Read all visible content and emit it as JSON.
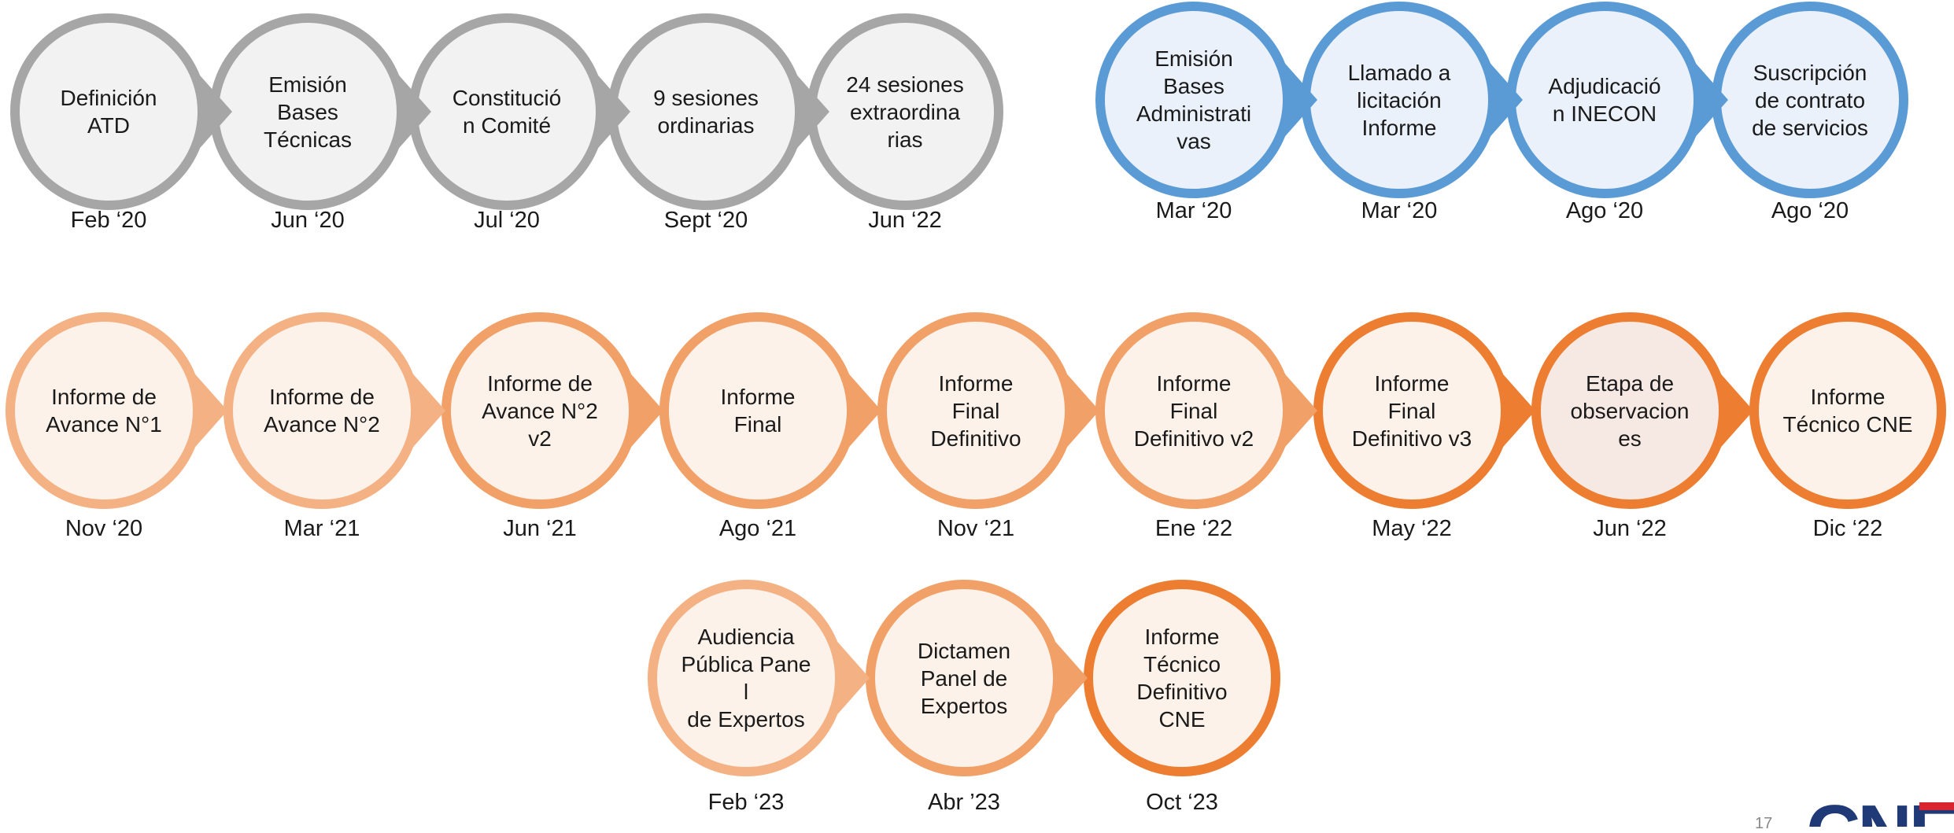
{
  "colors": {
    "gray_ring": "#a6a6a6",
    "gray_fill": "#f2f2f2",
    "blue_ring": "#5b9bd5",
    "blue_fill": "#eaf1fb",
    "orange_light": "#f4b183",
    "orange_mid": "#f1a068",
    "orange_dark": "#ed7d31",
    "orange_fill": "#fdf2ea",
    "orange_fill_alt": "#f6e9e3"
  },
  "rows": {
    "gray": [
      {
        "label": "Definición\nATD",
        "date": "Feb ‘20"
      },
      {
        "label": "Emisión\nBases\nTécnicas",
        "date": "Jun ‘20"
      },
      {
        "label": "Constitució\nn Comité",
        "date": "Jul ‘20"
      },
      {
        "label": "9 sesiones\nordinarias",
        "date": "Sept ‘20"
      },
      {
        "label": "24 sesiones\nextraordina\nrias",
        "date": "Jun ‘22"
      }
    ],
    "blue": [
      {
        "label": "Emisión\nBases\nAdministrati\nvas",
        "date": "Mar ‘20"
      },
      {
        "label": "Llamado a\nlicitación\nInforme",
        "date": "Mar ‘20"
      },
      {
        "label": "Adjudicació\nn INECON",
        "date": "Ago ‘20"
      },
      {
        "label": "Suscripción\nde contrato\nde servicios",
        "date": "Ago ‘20"
      }
    ],
    "orange": [
      {
        "label": "Informe de\nAvance N°1",
        "date": "Nov ‘20"
      },
      {
        "label": "Informe de\nAvance N°2",
        "date": "Mar ‘21"
      },
      {
        "label": "Informe de\nAvance N°2\nv2",
        "date": "Jun ‘21"
      },
      {
        "label": "Informe\nFinal",
        "date": "Ago ‘21"
      },
      {
        "label": "Informe\nFinal\nDefinitivo",
        "date": "Nov ‘21"
      },
      {
        "label": "Informe\nFinal\nDefinitivo v2",
        "date": "Ene ‘22"
      },
      {
        "label": "Informe\nFinal\nDefinitivo v3",
        "date": "May ‘22"
      },
      {
        "label": "Etapa de\nobservacion\nes",
        "date": "Jun ‘22"
      },
      {
        "label": "Informe\nTécnico CNE",
        "date": "Dic ‘22"
      }
    ],
    "final": [
      {
        "label": "Audiencia\nPública Panel\nde Expertos",
        "date": "Feb ‘23"
      },
      {
        "label": "Dictamen\nPanel de\nExpertos",
        "date": "Abr ’23"
      },
      {
        "label": "Informe\nTécnico\nDefinitivo\nCNE",
        "date": "Oct ‘23"
      }
    ]
  },
  "footer": {
    "page_number": "17",
    "logo_text": "CNE"
  }
}
